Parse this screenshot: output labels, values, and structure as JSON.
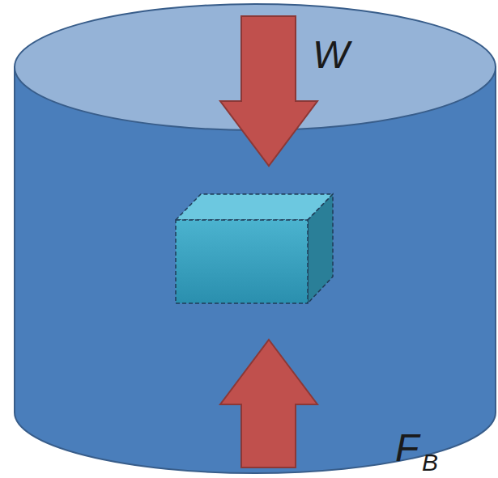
{
  "diagram": {
    "labels": [
      "W",
      "F",
      "B"
    ]
  }
}
